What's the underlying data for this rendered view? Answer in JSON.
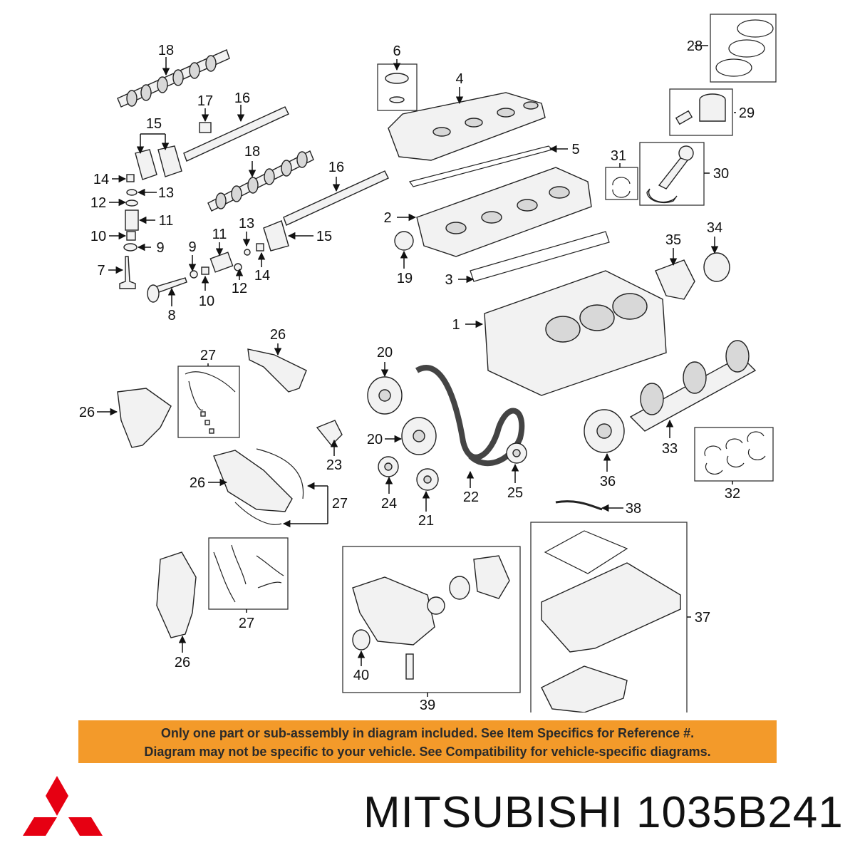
{
  "notice": {
    "line1": "Only one part or sub-assembly in diagram included. See Item Specifics for Reference #.",
    "line2": "Diagram may not be specific to your vehicle. See Compatibility for vehicle-specific diagrams."
  },
  "brand": {
    "name": "MITSUBISHI",
    "part_number": "1035B241",
    "logo_color": "#e60012"
  },
  "callouts": {
    "c18a": "18",
    "c16a": "16",
    "c17": "17",
    "c15a": "15",
    "c14a": "14",
    "c13a": "13",
    "c12a": "12",
    "c11a": "11",
    "c10a": "10",
    "c9a": "9",
    "c7": "7",
    "c8": "8",
    "c18b": "18",
    "c16b": "16",
    "c11b": "11",
    "c13b": "13",
    "c15b": "15",
    "c9b": "9",
    "c10b": "10",
    "c12b": "12",
    "c14b": "14",
    "c6": "6",
    "c4": "4",
    "c5": "5",
    "c2": "2",
    "c19": "19",
    "c3": "3",
    "c1": "1",
    "c28": "28",
    "c29": "29",
    "c31": "31",
    "c30": "30",
    "c35": "35",
    "c34": "34",
    "c26a": "26",
    "c27a": "27",
    "c26b": "26",
    "c20a": "20",
    "c20b": "20",
    "c23": "23",
    "c22": "22",
    "c24": "24",
    "c21": "21",
    "c25": "25",
    "c33": "33",
    "c36": "36",
    "c32": "32",
    "c26c": "26",
    "c27b": "27",
    "c38": "38",
    "c27c": "27",
    "c26d": "26",
    "c37": "37",
    "c40": "40",
    "c39": "39"
  }
}
